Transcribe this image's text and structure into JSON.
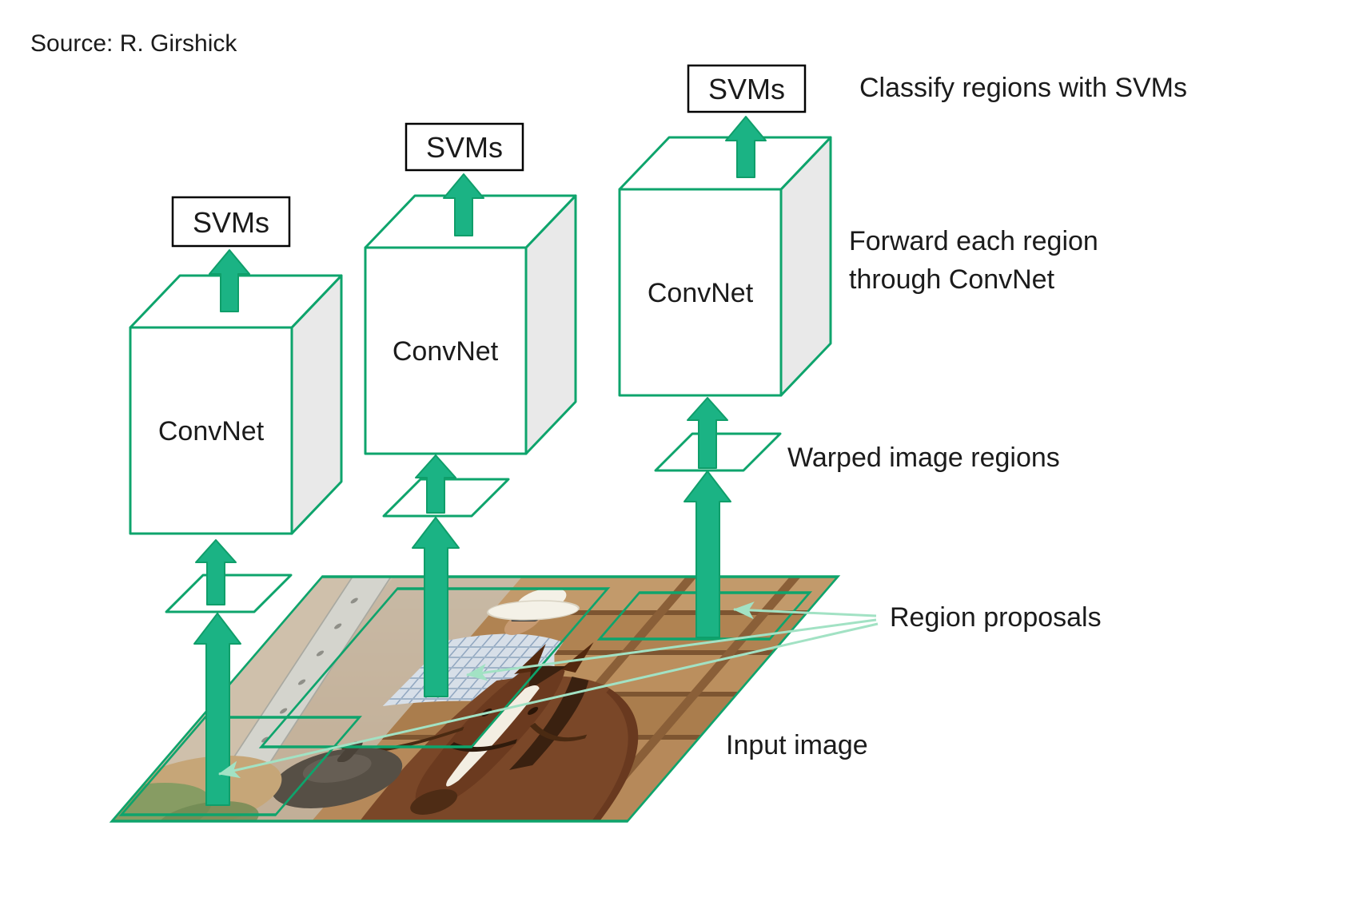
{
  "header": {
    "source_credit": "Source: R. Girshick"
  },
  "annotations": {
    "classify_svms": "Classify regions with SVMs",
    "forward_region_line1": "Forward each region",
    "forward_region_line2": "through ConvNet",
    "warped_regions": "Warped image regions",
    "region_proposals": "Region proposals",
    "input_image": "Input image"
  },
  "nodes": {
    "svms_labels": [
      "SVMs",
      "SVMs",
      "SVMs"
    ],
    "convnet_labels": [
      "ConvNet",
      "ConvNet",
      "ConvNet"
    ]
  },
  "colors": {
    "diagram_green": "#0ea46c",
    "arrow_fill": "#1bb384",
    "pointer_light_green": "#a2e2c4",
    "box_side_gray": "#e9e9e9",
    "svms_box_border": "#000000",
    "text_color": "#1b1b1b"
  }
}
